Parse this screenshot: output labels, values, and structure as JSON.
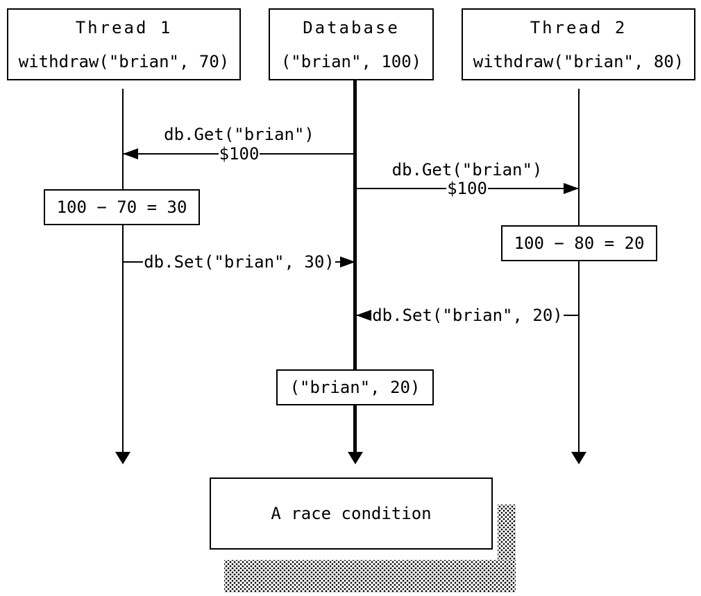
{
  "canvas": {
    "background": "#ffffff",
    "ink": "#000000"
  },
  "actors": {
    "thread1": {
      "title": "Thread 1",
      "call": "withdraw(\"brian\", 70)"
    },
    "database": {
      "title": "Database",
      "state": "(\"brian\", 100)"
    },
    "thread2": {
      "title": "Thread 2",
      "call": "withdraw(\"brian\", 80)"
    }
  },
  "messages": {
    "get1": {
      "label": "db.Get(\"brian\")",
      "result": "$100",
      "from": "Database",
      "to": "Thread 1"
    },
    "get2": {
      "label": "db.Get(\"brian\")",
      "result": "$100",
      "from": "Database",
      "to": "Thread 2"
    },
    "set1": {
      "label": "db.Set(\"brian\", 30)",
      "from": "Thread 1",
      "to": "Database"
    },
    "set2": {
      "label": "db.Set(\"brian\", 20)",
      "from": "Thread 2",
      "to": "Database"
    }
  },
  "notes": {
    "thread1_calc": "100 − 70 = 30",
    "thread2_calc": "100 − 80 = 20",
    "database_result": "(\"brian\", 20)"
  },
  "caption": "A race condition"
}
